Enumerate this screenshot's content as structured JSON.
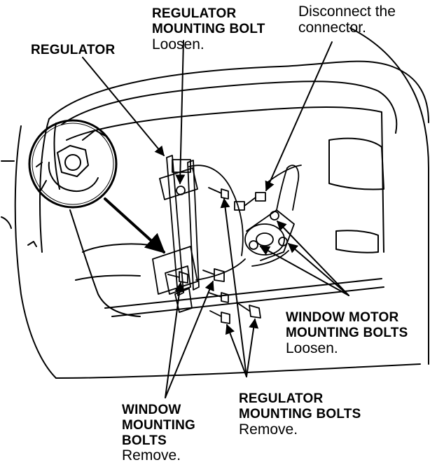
{
  "labels": {
    "regulator": {
      "line1": "REGULATOR"
    },
    "regulator_mounting_bolt_top": {
      "line1": "REGULATOR",
      "line2": "MOUNTING BOLT",
      "action": "Loosen."
    },
    "connector": {
      "line1": "Disconnect the",
      "line2": "connector."
    },
    "window_motor_bolts": {
      "line1": "WINDOW MOTOR",
      "line2": "MOUNTING BOLTS",
      "action": "Loosen."
    },
    "regulator_mounting_bolts": {
      "line1": "REGULATOR",
      "line2": "MOUNTING BOLTS",
      "action": "Remove."
    },
    "window_mounting_bolts": {
      "line1": "WINDOW",
      "line2": "MOUNTING",
      "line3": "BOLTS",
      "action": "Remove."
    }
  },
  "icons": {
    "detail_zoom": "bolt-detail-icon",
    "regulator_part": "window-regulator-icon",
    "motor_part": "window-motor-icon",
    "bolt": "bolt-icon",
    "door": "door-panel-icon"
  }
}
